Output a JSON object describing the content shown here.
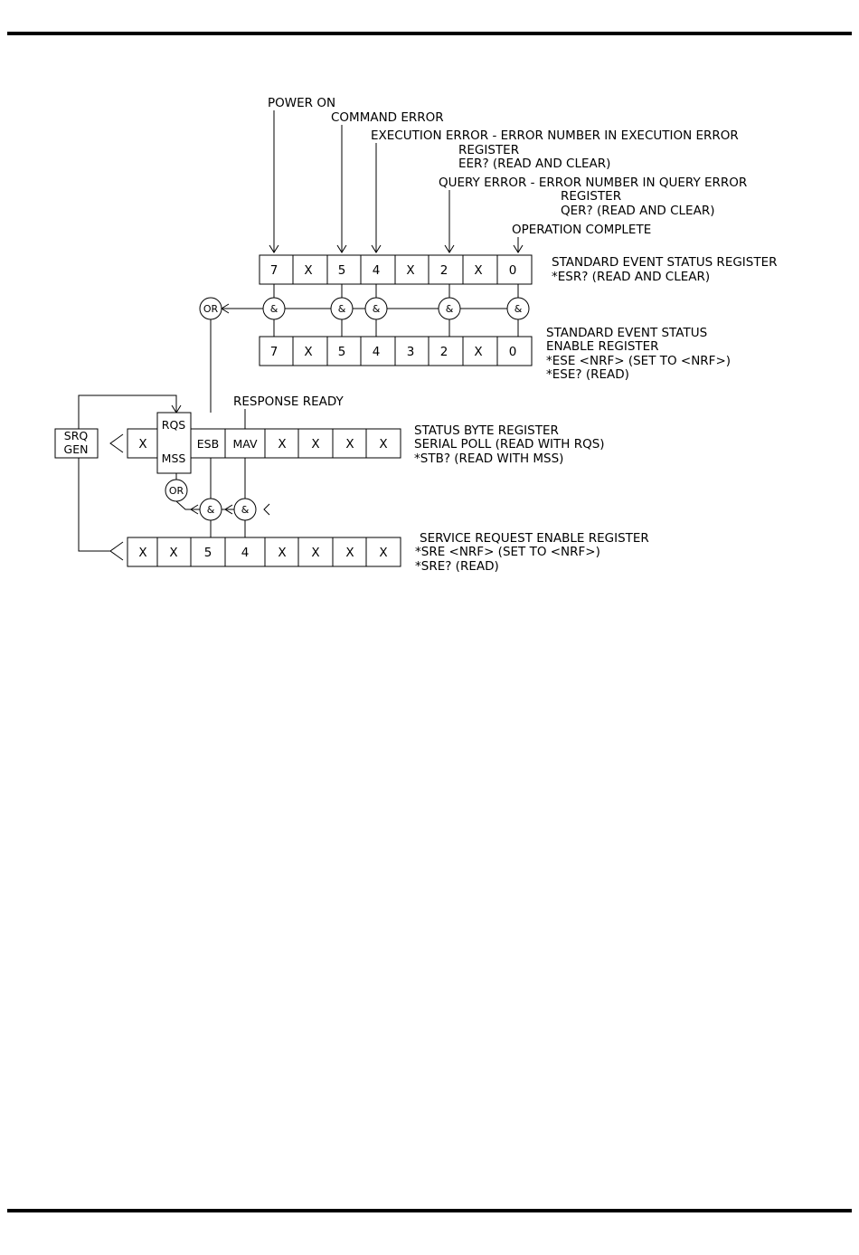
{
  "labels": {
    "power_on": "POWER ON",
    "command_error": "COMMAND ERROR",
    "execution_error": [
      "EXECUTION ERROR - ERROR NUMBER IN EXECUTION ERROR",
      "REGISTER",
      "EER? (READ AND CLEAR)"
    ],
    "query_error": [
      "QUERY ERROR - ERROR NUMBER IN QUERY ERROR",
      "REGISTER",
      "QER? (READ AND CLEAR)"
    ],
    "operation_complete": "OPERATION COMPLETE",
    "response_ready": "RESPONSE READY"
  },
  "esr": {
    "cells": [
      "7",
      "X",
      "5",
      "4",
      "X",
      "2",
      "X",
      "0"
    ],
    "description": [
      "STANDARD EVENT STATUS REGISTER",
      "*ESR? (READ AND CLEAR)"
    ]
  },
  "ese": {
    "cells": [
      "7",
      "X",
      "5",
      "4",
      "3",
      "2",
      "X",
      "0"
    ],
    "description": [
      "STANDARD EVENT STATUS",
      "ENABLE REGISTER",
      "*ESE  <NRF> (SET TO <NRF>)",
      "*ESE? (READ)"
    ]
  },
  "stb": {
    "cells": [
      "X",
      "",
      "ESB",
      "MAV",
      "X",
      "X",
      "X",
      "X"
    ],
    "rqs": "RQS",
    "mss": "MSS",
    "description": [
      "STATUS BYTE REGISTER",
      "SERIAL POLL (READ WITH RQS)",
      "*STB? (READ WITH MSS)"
    ]
  },
  "sre": {
    "cells": [
      "X",
      "X",
      "5",
      "4",
      "X",
      "X",
      "X",
      "X"
    ],
    "description": [
      "SERVICE REQUEST ENABLE REGISTER",
      "*SRE <NRF> (SET TO <NRF>)",
      "*SRE? (READ)"
    ]
  },
  "srq_gen": [
    "SRQ",
    "GEN"
  ],
  "gates": {
    "and": "&",
    "or": "OR"
  }
}
